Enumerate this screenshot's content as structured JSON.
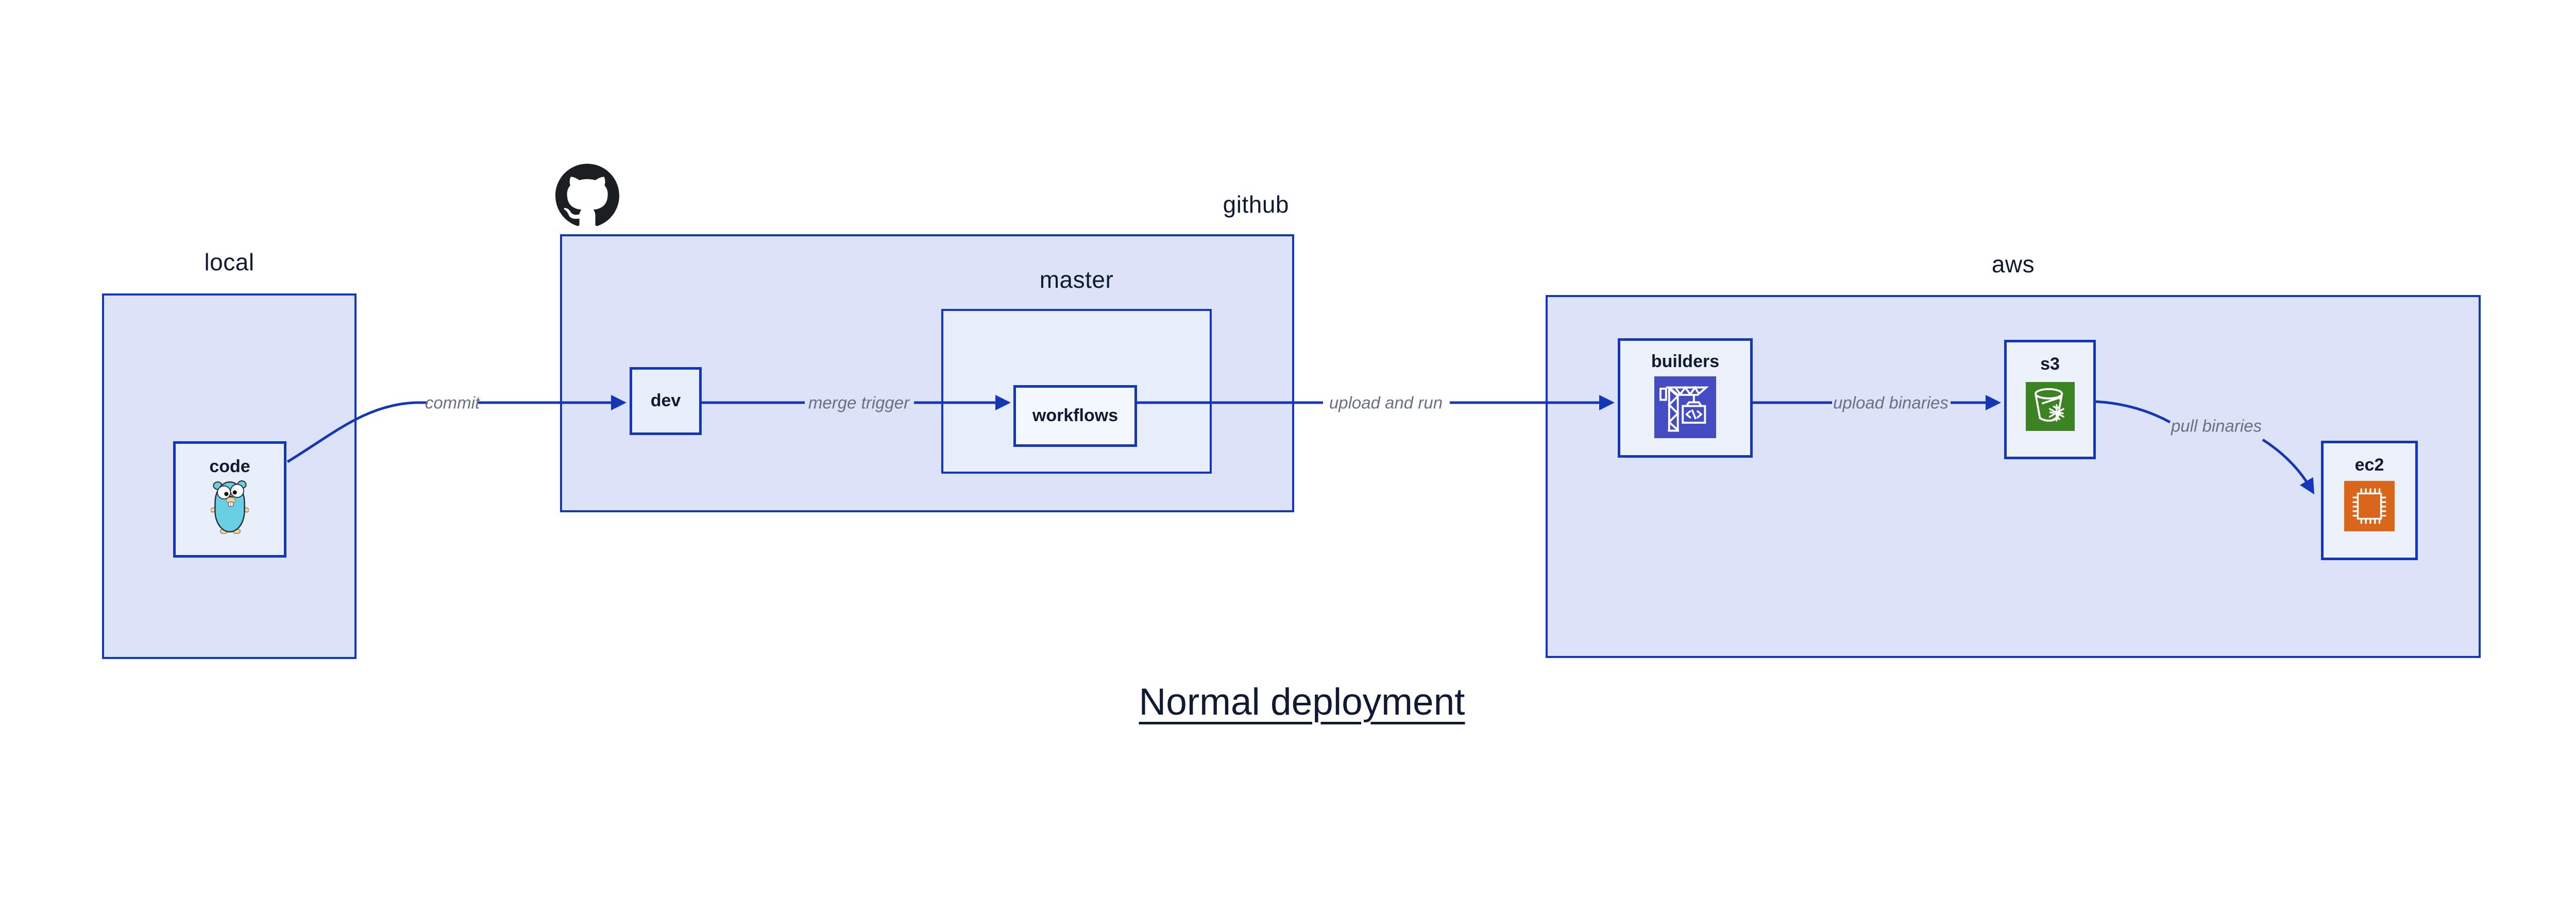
{
  "diagram": {
    "title": "Normal deployment"
  },
  "groups": {
    "local": {
      "label": "local"
    },
    "github": {
      "label": "github"
    },
    "master": {
      "label": "master"
    },
    "aws": {
      "label": "aws"
    }
  },
  "nodes": {
    "code": {
      "label": "code",
      "icon": "go-gopher-icon"
    },
    "dev": {
      "label": "dev"
    },
    "workflows": {
      "label": "workflows"
    },
    "builders": {
      "label": "builders",
      "icon": "aws-codebuild-crane-icon"
    },
    "s3": {
      "label": "s3",
      "icon": "aws-s3-glacier-bucket-icon"
    },
    "ec2": {
      "label": "ec2",
      "icon": "aws-ec2-chip-icon"
    }
  },
  "edges": {
    "commit": {
      "label": "commit",
      "from": "code",
      "to": "dev"
    },
    "merge_trigger": {
      "label": "merge trigger",
      "from": "dev",
      "to": "workflows"
    },
    "upload_and_run": {
      "label": "upload and run",
      "from": "workflows",
      "to": "builders"
    },
    "upload_binaries": {
      "label": "upload binaries",
      "from": "builders",
      "to": "s3"
    },
    "pull_binaries": {
      "label": "pull binaries",
      "from": "s3",
      "to": "ec2"
    }
  },
  "colors": {
    "outline_blue": "#1437b8",
    "container_fill": "#dce3f8",
    "subgroup_fill": "#e8edfb",
    "node_fill": "#edf1fc",
    "workflows_fill": "#f4f7fd",
    "label_navy": "#111a33",
    "edge_label_gray": "#697080",
    "codebuild_indigo": "#444cc4",
    "s3_green": "#3c8423",
    "ec2_orange": "#d9661a",
    "github_black": "#1b1f23",
    "gopher_teal": "#68d0e2"
  }
}
